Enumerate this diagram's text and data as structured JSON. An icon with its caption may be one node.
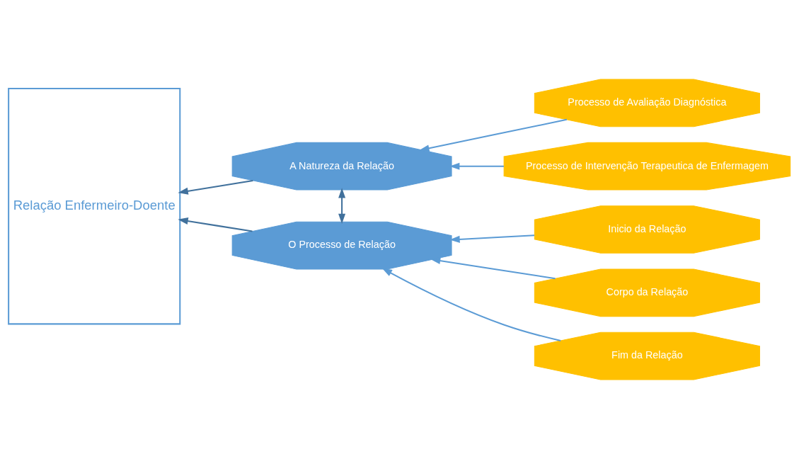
{
  "diagram": {
    "nodes": [
      {
        "text": [
          "Relação Enfermeiro-Doente"
        ]
      },
      {
        "text": [
          "A Natureza da Relação"
        ]
      },
      {
        "text": [
          "O Processo de Relação"
        ]
      },
      {
        "text": [
          "Processo de Avaliação Diagnóstica"
        ]
      },
      {
        "text": [
          "Processo de Intervenção Terapeutica de Enfermagem"
        ]
      },
      {
        "text": [
          "Inicio da Relação"
        ]
      },
      {
        "text": [
          "Corpo da Relação"
        ]
      },
      {
        "text": [
          "Fim da Relação"
        ]
      }
    ],
    "edges": [
      {
        "from": 1,
        "to": 0,
        "arrow": "to",
        "color": "#41719c"
      },
      {
        "from": 2,
        "to": 0,
        "arrow": "to",
        "color": "#41719c"
      },
      {
        "from": 1,
        "to": 2,
        "arrow": "both",
        "color": "#41719c"
      },
      {
        "from": 3,
        "to": 1,
        "arrow": "to"
      },
      {
        "from": 4,
        "to": 1,
        "arrow": "to"
      },
      {
        "from": 5,
        "to": 2,
        "arrow": "to"
      },
      {
        "from": 6,
        "to": 2,
        "arrow": "to"
      },
      {
        "from": 7,
        "to": 2,
        "arrow": "to"
      }
    ]
  }
}
